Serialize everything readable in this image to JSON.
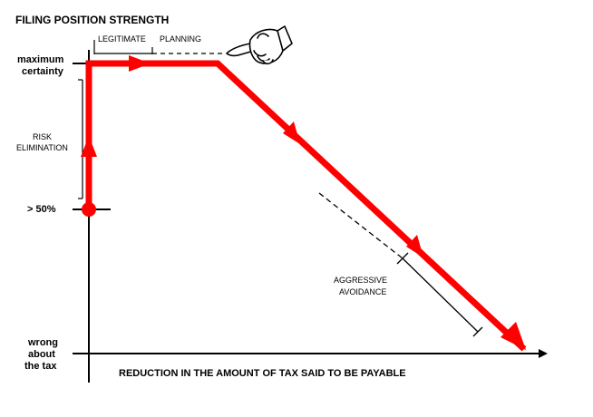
{
  "title": "FILING POSITION STRENGTH",
  "x_axis_label": "REDUCTION IN THE AMOUNT OF TAX SAID TO BE PAYABLE",
  "y_levels": {
    "top": [
      "maximum",
      "certainty"
    ],
    "mid": "> 50%",
    "bottom": [
      "wrong",
      "about",
      "the tax"
    ]
  },
  "regions": {
    "legitimate": "LEGITIMATE",
    "planning": "PLANNING",
    "risk_elimination": [
      "RISK",
      "ELIMINATION"
    ],
    "aggressive_avoidance": [
      "AGGRESSIVE",
      "AVOIDANCE"
    ]
  },
  "colors": {
    "path": "#ff0000",
    "axis": "#000000"
  },
  "icons": {
    "pointer": "pointing-hand-icon"
  }
}
